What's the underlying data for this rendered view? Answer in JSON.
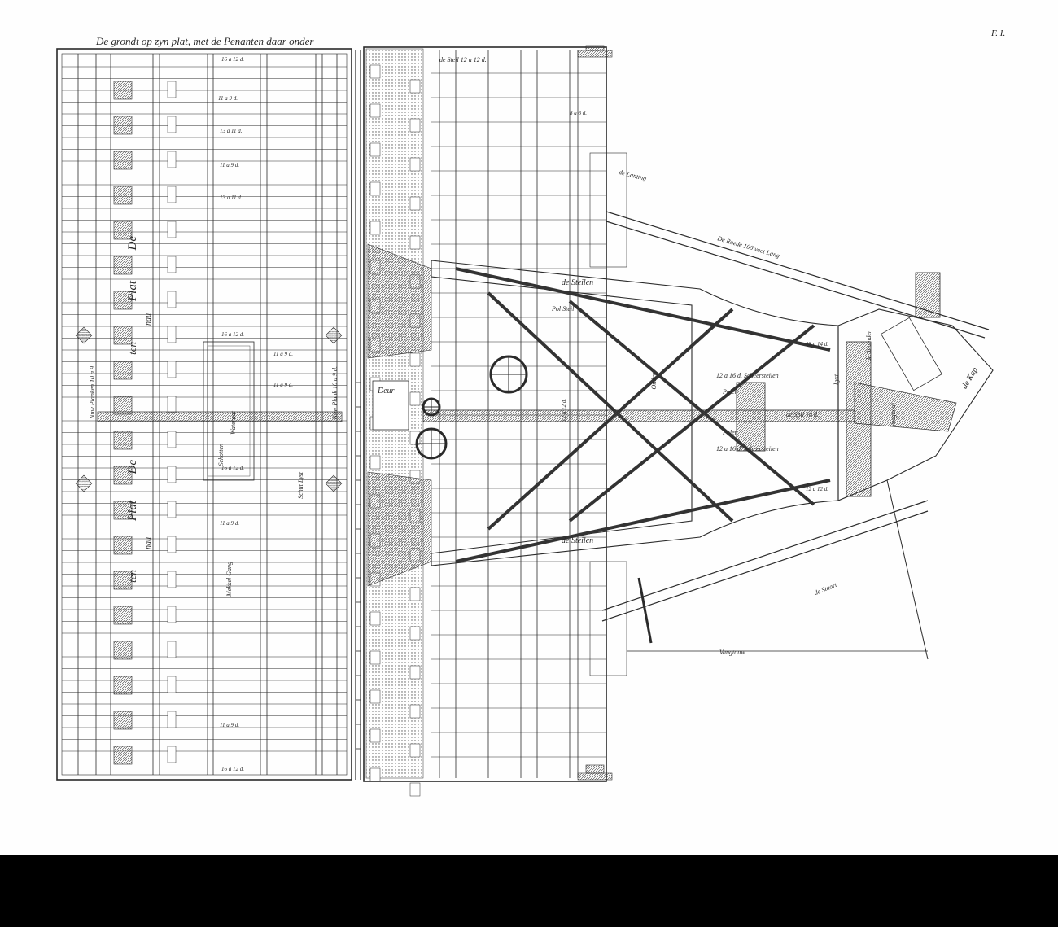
{
  "plate": {
    "title": "De grondt op zyn plat, met de Penanten daar onder",
    "plate_number": "F. I.",
    "engraver_note": "..."
  },
  "left_plan": {
    "dimensions": [
      "16 a 12 d.",
      "11 a 9 d.",
      "13 a 11 d.",
      "11 a 9 d.",
      "13 a 11 d.",
      "16 a 12 d.",
      "11 a 9 d.",
      "11 a 9 d.",
      "16 a 12 d.",
      "11 a 9 d.",
      "11 a 9 d.",
      "16 a 12 d."
    ],
    "words_left": [
      "De",
      "Plat",
      "ten",
      "De",
      "Plat",
      "ten"
    ],
    "words_left2": [
      "nau",
      "nau"
    ],
    "side_label_left": "Nuw Planken 10 a 9",
    "side_label_right": "Nuw Plank 10 a 9 d.",
    "center_labels": [
      "Wateraat",
      "Schotten",
      "Schut Lyst",
      "Mekkel Gang"
    ]
  },
  "right_section": {
    "labels": {
      "steil_top": "de Steil 12 a 12 d.",
      "steilen_upper": "de Steilen",
      "steilen_lower": "de Steilen",
      "pol_steil": "Pol Steil",
      "deur": "Deur",
      "kap": "de Kap",
      "spil": "de Spil 18 d.",
      "scheersteilen1": "12 a 16 d. Scheersteilen",
      "scheersteilen2": "12 a 16 d. Scheersteilen",
      "polen1": "Polen",
      "polen2": "Polen",
      "vangtouw": "Vangtouw",
      "roede": "De Roede 100 voet Lang",
      "staart": "de Staart",
      "lanting": "de Lanting",
      "onder": "Onder",
      "voeghout": "Voeghout",
      "lyst": "Lyst",
      "steunder": "de Steunder",
      "dim_14": "18 a 14 d.",
      "dim_8_6": "8 a 6 d.",
      "dim_11": "12 a 12 d.",
      "dim_bottom": "12 a 12 d."
    }
  },
  "colors": {
    "ink": "#2a2a2a",
    "paper": "#fefefe",
    "hatch": "#555555"
  }
}
